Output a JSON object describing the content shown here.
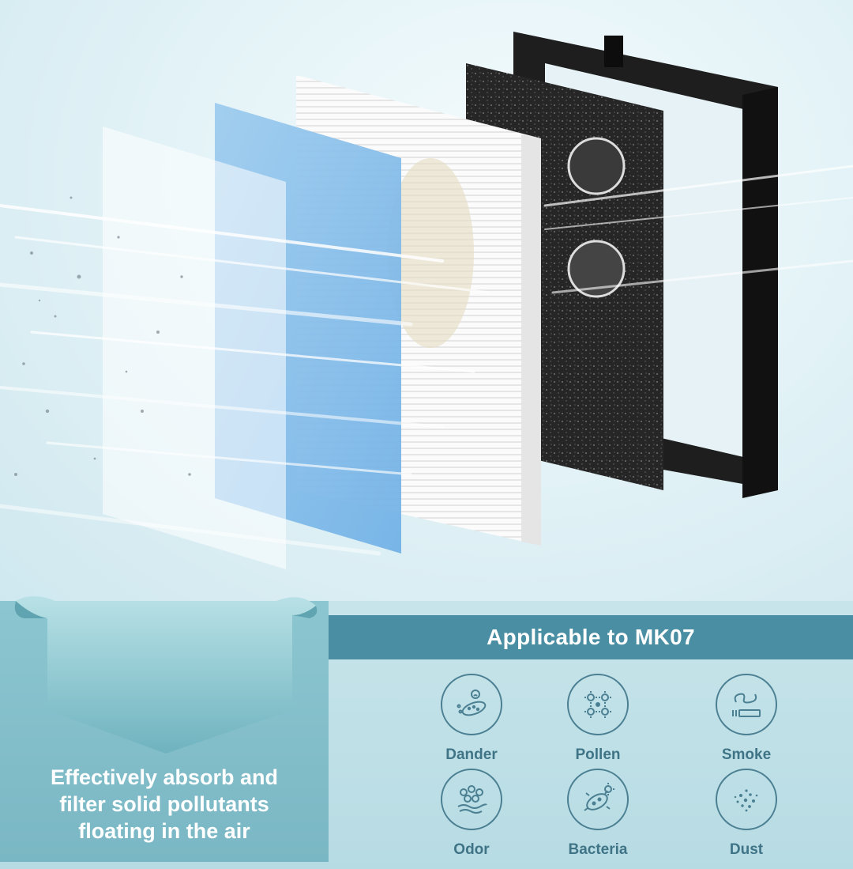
{
  "banner": {
    "title": "Applicable to MK07"
  },
  "tagline": {
    "lines": [
      "Effectively absorb and",
      "filter solid pollutants",
      "floating in the air"
    ]
  },
  "features": [
    {
      "label": "Dander",
      "icon": "dander-icon"
    },
    {
      "label": "Pollen",
      "icon": "pollen-icon"
    },
    {
      "label": "Smoke",
      "icon": "smoke-icon"
    },
    {
      "label": "Odor",
      "icon": "odor-icon"
    },
    {
      "label": "Bacteria",
      "icon": "bacteria-icon"
    },
    {
      "label": "Dust",
      "icon": "dust-icon"
    }
  ],
  "colors": {
    "banner": "#4a8ea3",
    "icon_stroke": "#4b7f92",
    "left_panel": "#7ab7c4",
    "right_panel": "#b8dce4"
  }
}
